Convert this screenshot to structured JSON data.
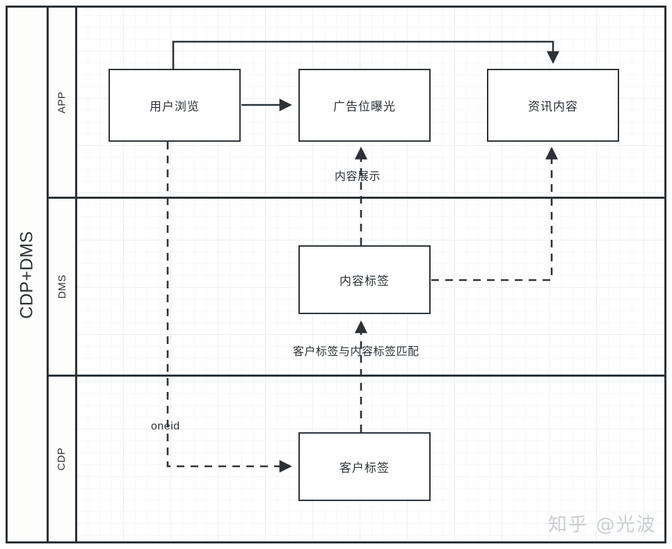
{
  "diagram": {
    "pool": {
      "label": "CDP+DMS"
    },
    "lanes": [
      {
        "id": "app",
        "label": "APP"
      },
      {
        "id": "dms",
        "label": "DMS"
      },
      {
        "id": "cdp",
        "label": "CDP"
      }
    ],
    "nodes": [
      {
        "id": "user-browse",
        "lane": "app",
        "label": "用户浏览"
      },
      {
        "id": "ad-slot-expose",
        "lane": "app",
        "label": "广告位曝光"
      },
      {
        "id": "news-content",
        "lane": "app",
        "label": "资讯内容"
      },
      {
        "id": "content-tag",
        "lane": "dms",
        "label": "内容标签"
      },
      {
        "id": "customer-tag",
        "lane": "cdp",
        "label": "客户标签"
      }
    ],
    "edges": [
      {
        "id": "browse-to-ad",
        "from": "user-browse",
        "to": "ad-slot-expose",
        "style": "solid",
        "label": ""
      },
      {
        "id": "browse-to-news-feedback",
        "from": "user-browse",
        "to": "news-content",
        "style": "solid",
        "label": ""
      },
      {
        "id": "content-display",
        "from": "content-tag",
        "to": "ad-slot-expose",
        "style": "dashed",
        "label": "内容展示"
      },
      {
        "id": "tag-match",
        "from": "customer-tag",
        "to": "content-tag",
        "style": "dashed",
        "label": "客户标签与内容标签匹配"
      },
      {
        "id": "oneid",
        "from": "user-browse",
        "to": "customer-tag",
        "style": "dashed",
        "label": "oneid"
      },
      {
        "id": "content-tag-to-news",
        "from": "content-tag",
        "to": "news-content",
        "style": "dashed",
        "label": ""
      }
    ],
    "colors": {
      "stroke": "#2b3238",
      "node_fill": "#fefefe",
      "lane_fill": "#fdfdfc",
      "grid_major": "#eceef1",
      "grid_minor": "#f6f7f8",
      "watermark": "#c9ced4"
    }
  },
  "watermark": {
    "text": "知乎 @光波"
  }
}
